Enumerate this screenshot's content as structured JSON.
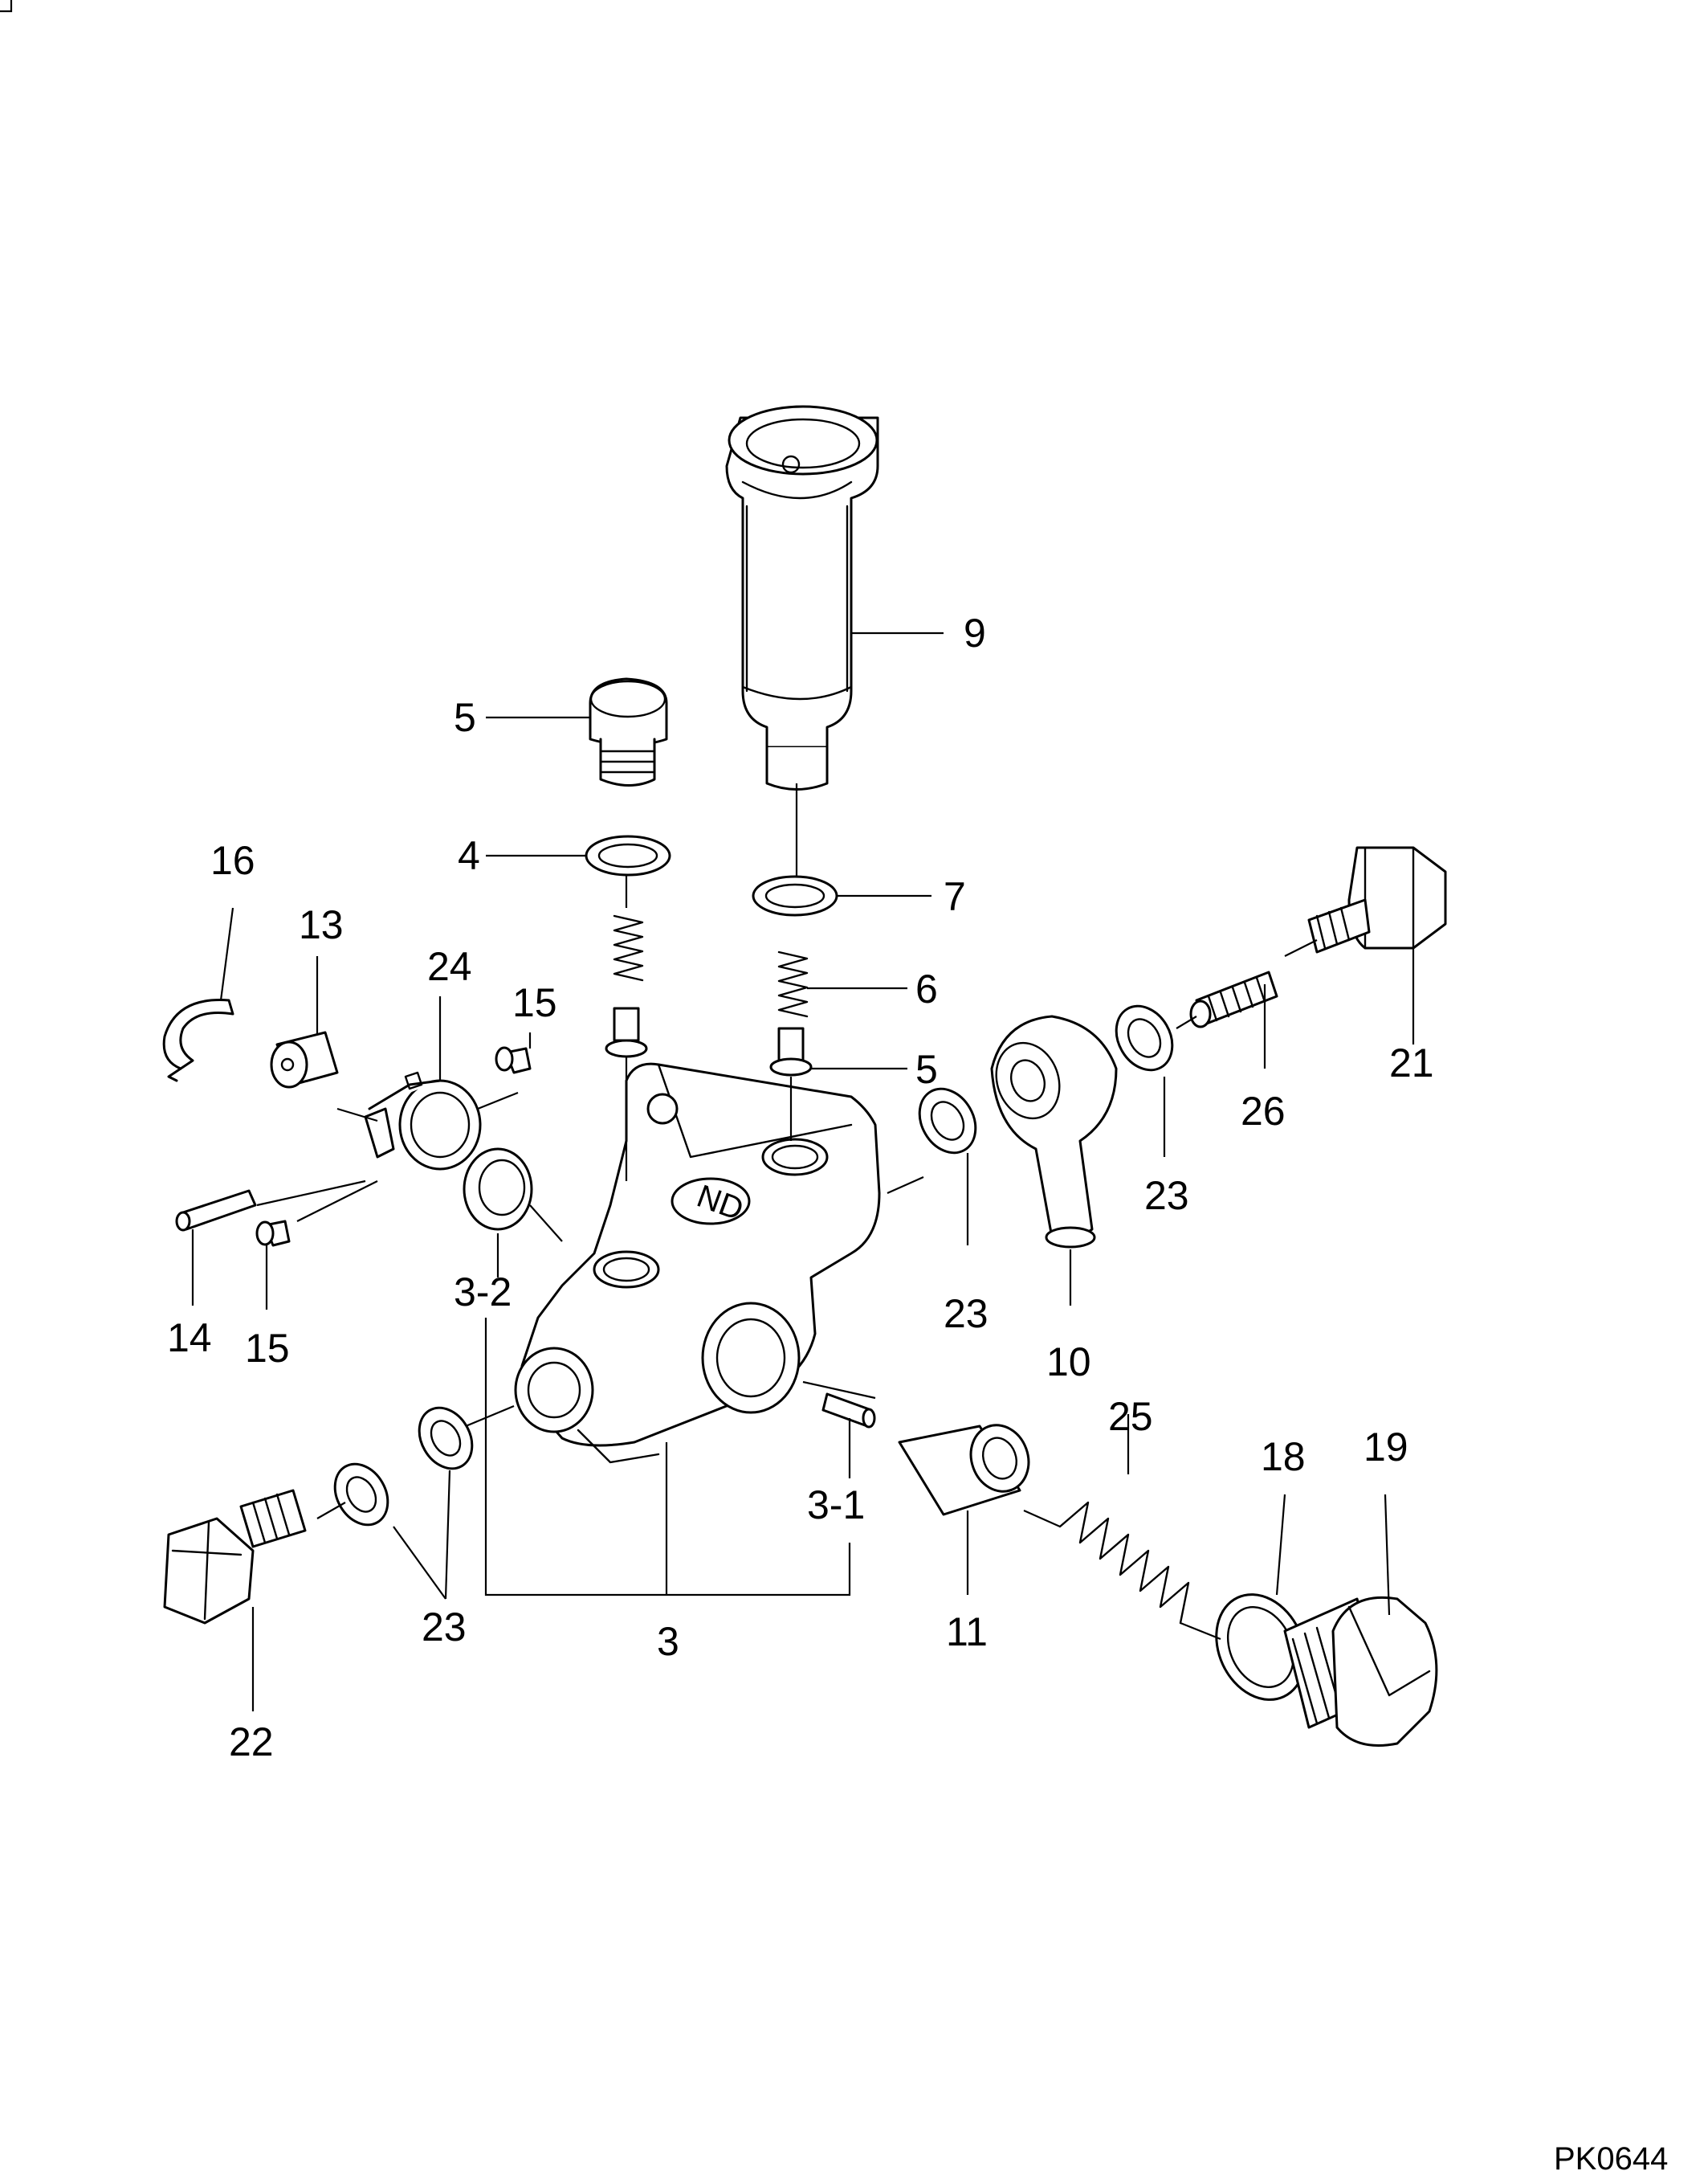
{
  "figure": {
    "reference_code": "PK0644",
    "callouts": {
      "c9": "9",
      "c5_top": "5",
      "c4": "4",
      "c7": "7",
      "c6": "6",
      "c5_mid": "5",
      "c16": "16",
      "c13": "13",
      "c24": "24",
      "c15_top": "15",
      "c21": "21",
      "c26": "26",
      "c23_right": "23",
      "c23_mid": "23",
      "c10": "10",
      "c14": "14",
      "c15_bot": "15",
      "c3_2": "3-2",
      "c25": "25",
      "c18": "18",
      "c19": "19",
      "c3_1": "3-1",
      "c11": "11",
      "c3": "3",
      "c23_left": "23",
      "c22": "22"
    }
  }
}
